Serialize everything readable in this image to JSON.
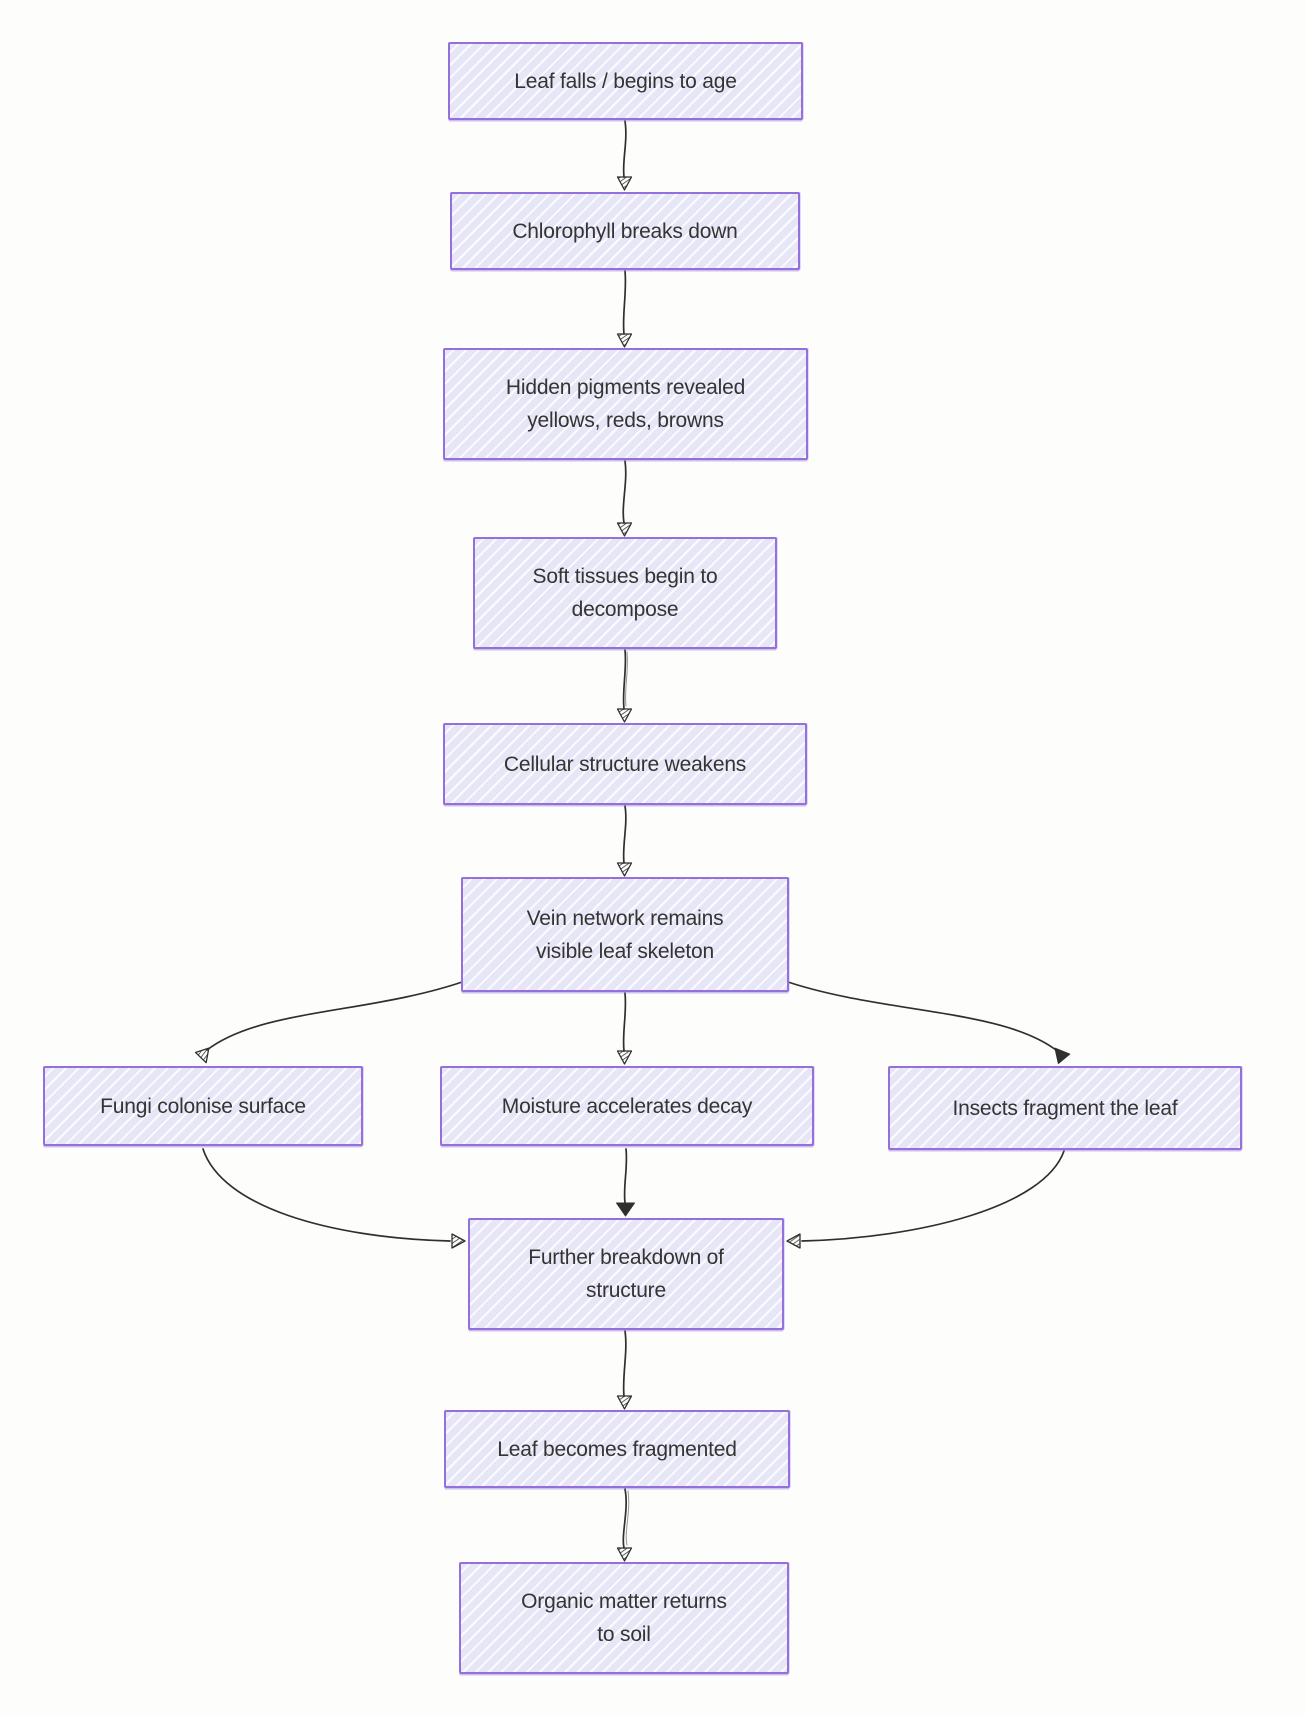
{
  "diagram": {
    "type": "flowchart",
    "direction": "top-down",
    "style": "hand-drawn sketch",
    "colors": {
      "background": "#fdfdfc",
      "node_fill": "#e7e6f7",
      "node_border": "#9370db",
      "edge": "#2f2f2f",
      "text": "#343434"
    },
    "nodes": [
      {
        "id": "leaf-falls",
        "label": "Leaf falls / begins to age",
        "lines": [
          "Leaf falls / begins to age"
        ]
      },
      {
        "id": "chlorophyll",
        "label": "Chlorophyll breaks down",
        "lines": [
          "Chlorophyll breaks down"
        ]
      },
      {
        "id": "hidden-pigments",
        "label": "Hidden pigments revealed yellows, reds, browns",
        "lines": [
          "Hidden pigments revealed",
          "yellows, reds, browns"
        ]
      },
      {
        "id": "soft-tissues",
        "label": "Soft tissues begin to decompose",
        "lines": [
          "Soft tissues begin to",
          "decompose"
        ]
      },
      {
        "id": "cellular-structure",
        "label": "Cellular structure weakens",
        "lines": [
          "Cellular structure weakens"
        ]
      },
      {
        "id": "vein-network",
        "label": "Vein network remains visible leaf skeleton",
        "lines": [
          "Vein network remains",
          "visible leaf skeleton"
        ]
      },
      {
        "id": "fungi",
        "label": "Fungi colonise surface",
        "lines": [
          "Fungi colonise surface"
        ]
      },
      {
        "id": "moisture",
        "label": "Moisture accelerates decay",
        "lines": [
          "Moisture accelerates decay"
        ]
      },
      {
        "id": "insects",
        "label": "Insects fragment the leaf",
        "lines": [
          "Insects fragment the leaf"
        ]
      },
      {
        "id": "further-breakdown",
        "label": "Further breakdown of structure",
        "lines": [
          "Further breakdown of",
          "structure"
        ]
      },
      {
        "id": "leaf-fragmented",
        "label": "Leaf becomes fragmented",
        "lines": [
          "Leaf becomes fragmented"
        ]
      },
      {
        "id": "organic-matter",
        "label": "Organic matter returns to soil",
        "lines": [
          "Organic matter returns",
          "to soil"
        ]
      }
    ],
    "edges": [
      {
        "from": "leaf-falls",
        "to": "chlorophyll"
      },
      {
        "from": "chlorophyll",
        "to": "hidden-pigments"
      },
      {
        "from": "hidden-pigments",
        "to": "soft-tissues"
      },
      {
        "from": "soft-tissues",
        "to": "cellular-structure"
      },
      {
        "from": "cellular-structure",
        "to": "vein-network"
      },
      {
        "from": "vein-network",
        "to": "fungi"
      },
      {
        "from": "vein-network",
        "to": "moisture"
      },
      {
        "from": "vein-network",
        "to": "insects"
      },
      {
        "from": "fungi",
        "to": "further-breakdown"
      },
      {
        "from": "moisture",
        "to": "further-breakdown"
      },
      {
        "from": "insects",
        "to": "further-breakdown"
      },
      {
        "from": "further-breakdown",
        "to": "leaf-fragmented"
      },
      {
        "from": "leaf-fragmented",
        "to": "organic-matter"
      }
    ]
  }
}
